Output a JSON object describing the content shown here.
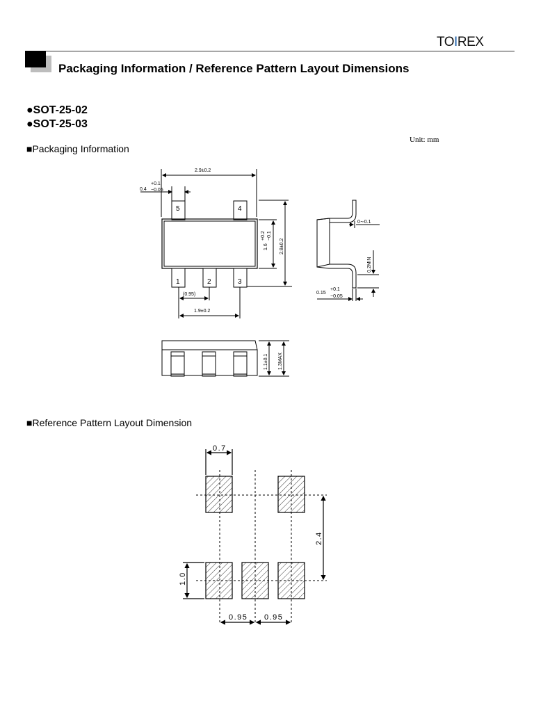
{
  "header": {
    "logo": "TOIREX",
    "logo_parts": [
      "TO",
      "I",
      "R",
      "EX"
    ],
    "title": "Packaging Information / Reference Pattern Layout Dimensions"
  },
  "models": [
    "●SOT-25-02",
    "●SOT-25-03"
  ],
  "unit_label": "Unit: mm",
  "packaging": {
    "section_title": "■Packaging Information",
    "top_view": {
      "overall_width": "2.9±0.2",
      "lead_width_nominal": "0.4",
      "lead_width_tol_plus": "+0.1",
      "lead_width_tol_minus": "−0.05",
      "body_height_nominal": "1.6",
      "body_height_tol_plus": "+0.2",
      "body_height_tol_minus": "−0.1",
      "overall_height": "2.8±0.2",
      "pitch": "(0.95)",
      "pin_span": "1.9±0.2",
      "pins_top": [
        "5",
        "4"
      ],
      "pins_bottom": [
        "1",
        "2",
        "3"
      ]
    },
    "side_view": {
      "standoff": "0∼0.1",
      "lead_length": "0.2MIN",
      "lead_thickness_nominal": "0.15",
      "lead_thickness_tol_plus": "+0.1",
      "lead_thickness_tol_minus": "−0.05"
    },
    "front_view": {
      "body_thickness": "1.1±0.1",
      "max_height": "1.3MAX"
    }
  },
  "reference_pattern": {
    "section_title": "■Reference Pattern Layout Dimension",
    "pad_width": "0.7",
    "pad_height": "1.0",
    "row_spacing": "2.4",
    "pitch_left": "0.95",
    "pitch_right": "0.95"
  }
}
